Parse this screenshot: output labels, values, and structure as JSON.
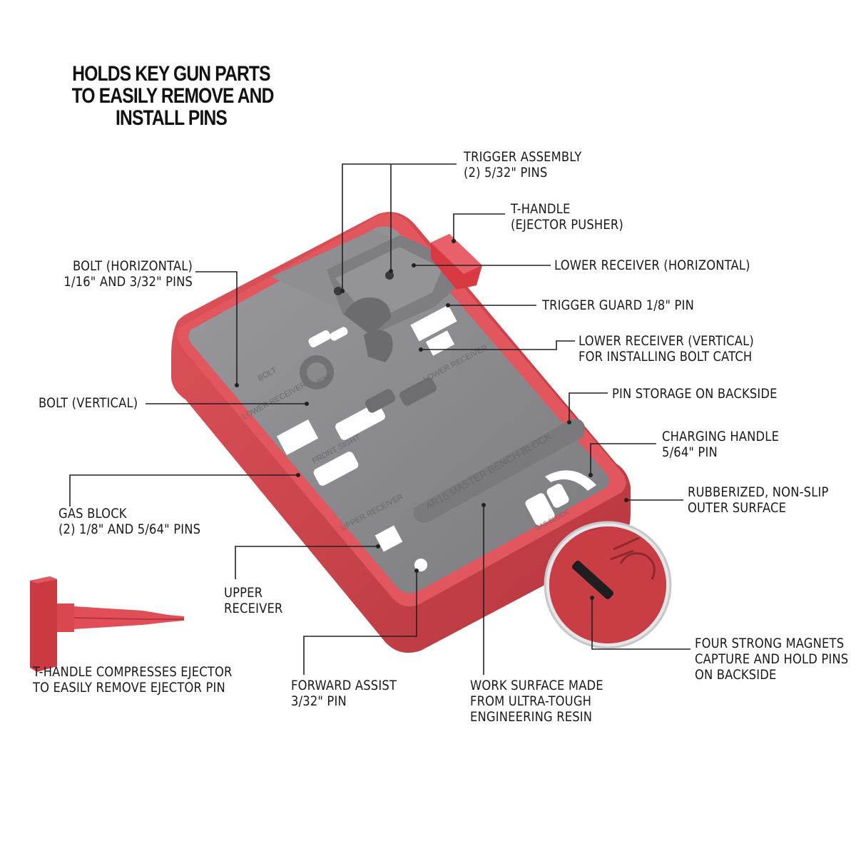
{
  "headline": [
    "HOLDS KEY GUN PARTS",
    "TO EASILY REMOVE AND",
    "INSTALL PINS"
  ],
  "callouts": {
    "trigger_assembly": [
      "TRIGGER ASSEMBLY",
      "(2) 5/32\" PINS"
    ],
    "t_handle": [
      "T-HANDLE",
      "(EJECTOR PUSHER)"
    ],
    "lower_receiver_horizontal": [
      "LOWER RECEIVER (HORIZONTAL)"
    ],
    "trigger_guard": [
      "TRIGGER GUARD 1/8\" PIN"
    ],
    "lower_receiver_vertical": [
      "LOWER RECEIVER (VERTICAL)",
      "FOR INSTALLING BOLT CATCH"
    ],
    "pin_storage": [
      "PIN STORAGE ON BACKSIDE"
    ],
    "charging_handle": [
      "CHARGING HANDLE",
      "5/64\" PIN"
    ],
    "rubberized": [
      "RUBBERIZED, NON-SLIP",
      "OUTER SURFACE"
    ],
    "bolt_horizontal": [
      "BOLT (HORIZONTAL)",
      "1/16\" AND 3/32\" PINS"
    ],
    "bolt_vertical": [
      "BOLT (VERTICAL)"
    ],
    "gas_block": [
      "GAS BLOCK",
      "(2) 1/8\" AND 5/64\" PINS"
    ],
    "upper_receiver": [
      "UPPER",
      "RECEIVER"
    ],
    "t_handle_compresses": [
      "T-HANDLE COMPRESSES EJECTOR",
      "TO EASILY REMOVE EJECTOR PIN"
    ],
    "forward_assist": [
      "FORWARD ASSIST",
      "3/32\" PIN"
    ],
    "work_surface": [
      "WORK SURFACE MADE",
      "FROM ULTRA-TOUGH",
      "ENGINEERING RESIN"
    ],
    "magnets": [
      "FOUR STRONG MAGNETS",
      "CAPTURE AND HOLD PINS",
      "ON BACKSIDE"
    ]
  },
  "block_markings": {
    "main": "AR15 MASTER BENCH BLOCK",
    "bolt": "BOLT",
    "lower_receiver_left": "LOWER RECEIVER",
    "lower_receiver_right": "LOWER RECEIVER",
    "front_sight": "FRONT SIGHT",
    "upper_receiver": "UPPER RECEIVER",
    "gas_block": "GAS BLOCK",
    "bolt_small": "BOLT"
  },
  "colors": {
    "block_red": "#d9474f",
    "block_red_dark": "#b8353d",
    "work_surface_gray": "#8a8a8e",
    "work_surface_dark": "#6e6e72",
    "leader_line": "#222222",
    "text": "#1a1a1a"
  }
}
